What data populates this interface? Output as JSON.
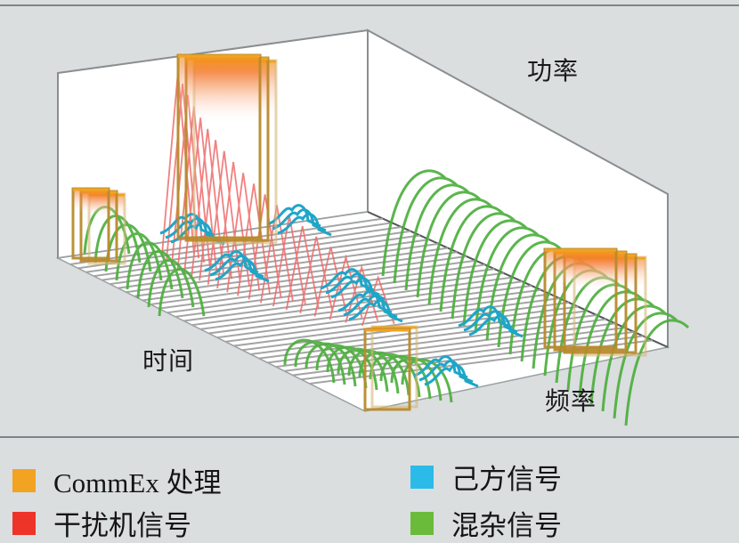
{
  "diagram": {
    "title": "",
    "axes": {
      "power_label": "功率",
      "time_label": "时间",
      "frequency_label": "频率"
    },
    "colors": {
      "background": "#dadedf",
      "wall": "#ffffff",
      "floor_lines": "#9a9a9a",
      "commex": "#f2a322",
      "commex_frame": "#b88a2c",
      "jammer": "#ee3328",
      "jammer_line": "#ef6b6b",
      "friendly": "#2bbbe9",
      "friendly_line": "#1ea6c8",
      "mixed": "#6bbb3b",
      "mixed_line": "#4aae3a"
    },
    "legend": [
      {
        "key": "commex",
        "label": "CommEx 处理",
        "color": "#f2a322"
      },
      {
        "key": "jammer",
        "label": "干扰机信号",
        "color": "#ee3328"
      },
      {
        "key": "friendly",
        "label": "己方信号",
        "color": "#2bbbe9"
      },
      {
        "key": "mixed",
        "label": "混杂信号",
        "color": "#6bbb3b"
      }
    ]
  }
}
